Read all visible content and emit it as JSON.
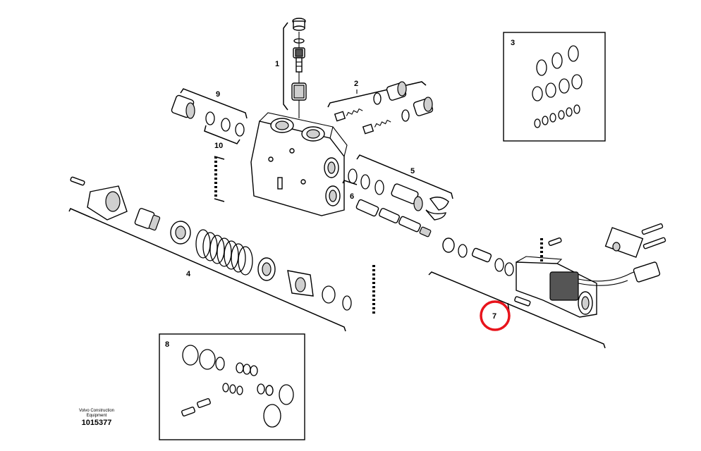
{
  "callouts": {
    "c1": "1",
    "c2": "2",
    "c3": "3",
    "c4": "4",
    "c5": "5",
    "c6": "6",
    "c7": "7",
    "c8": "8",
    "c9": "9",
    "c10": "10"
  },
  "highlight_color": "#e8141c",
  "footer": {
    "company_line1": "Volvo Construction",
    "company_line2": "Equipment",
    "drawing_number": "1015377"
  }
}
